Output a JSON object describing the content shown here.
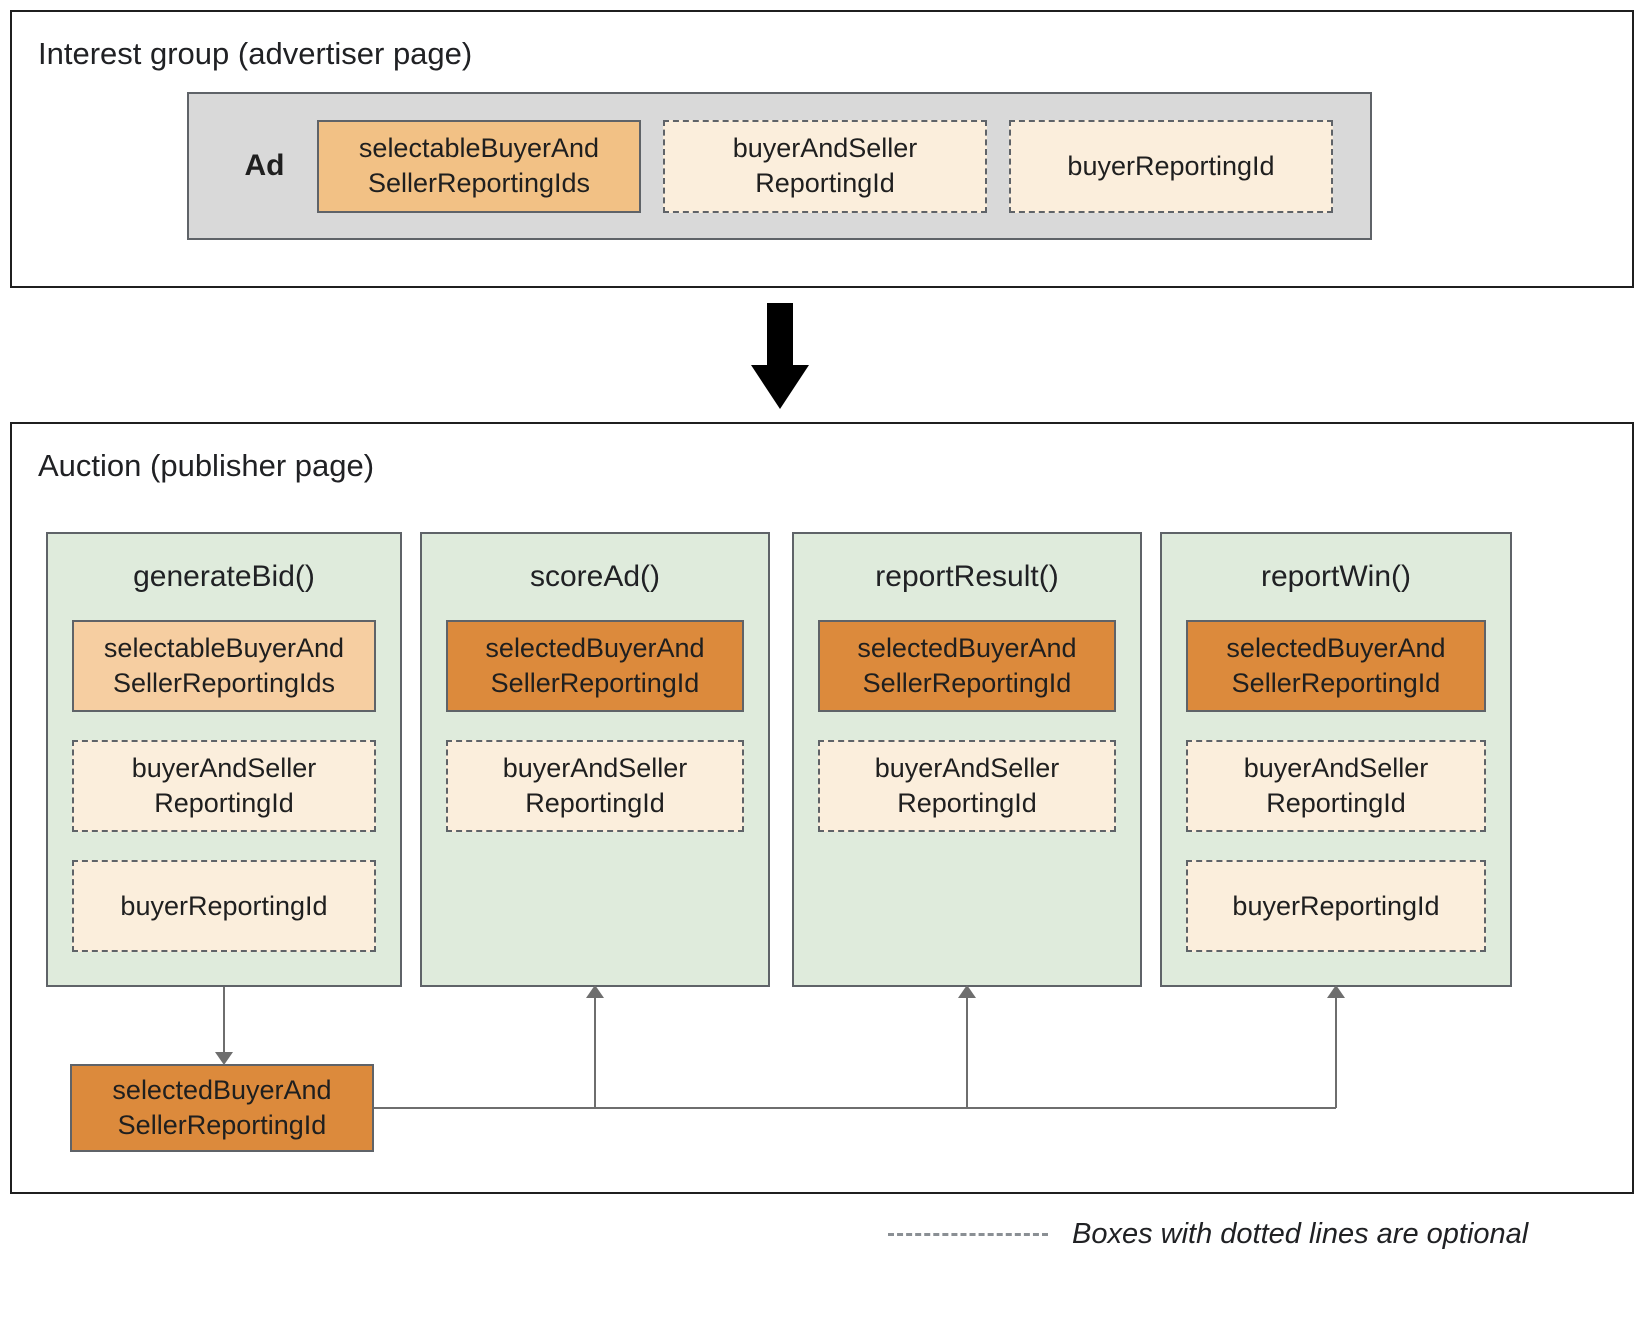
{
  "interest_group": {
    "title": "Interest group (advertiser page)",
    "ad_label": "Ad",
    "boxes": [
      {
        "label": "selectableBuyerAnd\nSellerReportingIds",
        "optional": false
      },
      {
        "label": "buyerAndSeller\nReportingId",
        "optional": true
      },
      {
        "label": "buyerReportingId",
        "optional": true
      }
    ]
  },
  "auction": {
    "title": "Auction (publisher page)",
    "columns": [
      {
        "title": "generateBid()",
        "boxes": [
          {
            "label": "selectableBuyerAnd\nSellerReportingIds",
            "optional": false
          },
          {
            "label": "buyerAndSeller\nReportingId",
            "optional": true
          },
          {
            "label": "buyerReportingId",
            "optional": true
          }
        ]
      },
      {
        "title": "scoreAd()",
        "boxes": [
          {
            "label": "selectedBuyerAnd\nSellerReportingId",
            "optional": false
          },
          {
            "label": "buyerAndSeller\nReportingId",
            "optional": true
          }
        ]
      },
      {
        "title": "reportResult()",
        "boxes": [
          {
            "label": "selectedBuyerAnd\nSellerReportingId",
            "optional": false
          },
          {
            "label": "buyerAndSeller\nReportingId",
            "optional": true
          }
        ]
      },
      {
        "title": "reportWin()",
        "boxes": [
          {
            "label": "selectedBuyerAnd\nSellerReportingId",
            "optional": false
          },
          {
            "label": "buyerAndSeller\nReportingId",
            "optional": true
          },
          {
            "label": "buyerReportingId",
            "optional": true
          }
        ]
      }
    ],
    "selected_box": {
      "label": "selectedBuyerAnd\nSellerReportingId"
    }
  },
  "legend": {
    "text": "Boxes with dotted lines are optional"
  },
  "colors": {
    "selectable_fill_strong": "#F2C185",
    "selectable_fill_light": "#F6CEA1",
    "selected_fill": "#DC8A3C",
    "optional_fill": "#FBEEDC",
    "function_fill": "#DFEBDC",
    "ad_container_fill": "#D9D9D9",
    "box_border": "#5F6368",
    "panel_border": "#1F1F1F",
    "connector": "#6E6E6E",
    "down_arrow": "#000000"
  }
}
